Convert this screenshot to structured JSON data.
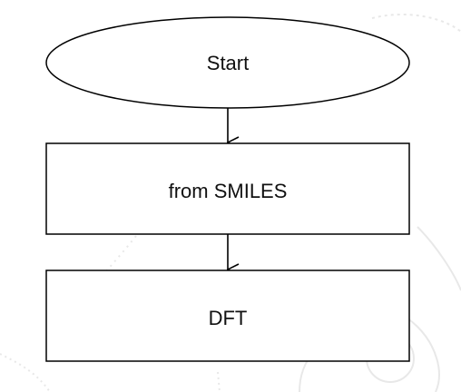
{
  "flowchart": {
    "nodes": [
      {
        "id": "start",
        "shape": "ellipse",
        "label": "Start"
      },
      {
        "id": "from_smiles",
        "shape": "rectangle",
        "label": "from SMILES"
      },
      {
        "id": "dft",
        "shape": "rectangle",
        "label": "DFT"
      }
    ],
    "edges": [
      {
        "from": "start",
        "to": "from_smiles"
      },
      {
        "from": "from_smiles",
        "to": "dft"
      }
    ]
  },
  "colors": {
    "stroke": "#000000",
    "node_fill": "#ffffff",
    "background": "#ffffff",
    "watermark": "#e6e6e6"
  }
}
